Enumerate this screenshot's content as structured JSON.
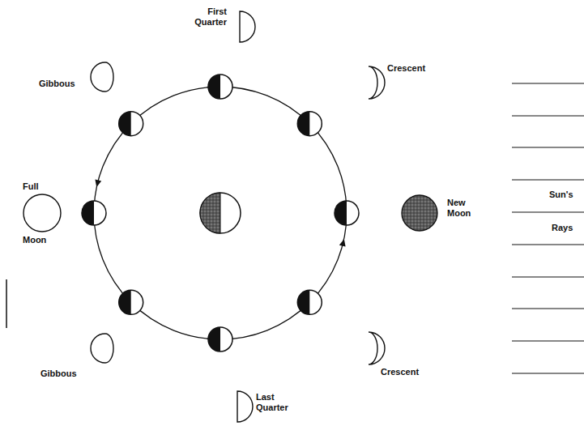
{
  "diagram": {
    "labels": [
      "First Quarter",
      "Gibbous",
      "Crescent",
      "Full",
      "Moon",
      "New Moon",
      "Sun's",
      "Rays",
      "Gibbous",
      "Crescent",
      "Last Quarter"
    ]
  }
}
